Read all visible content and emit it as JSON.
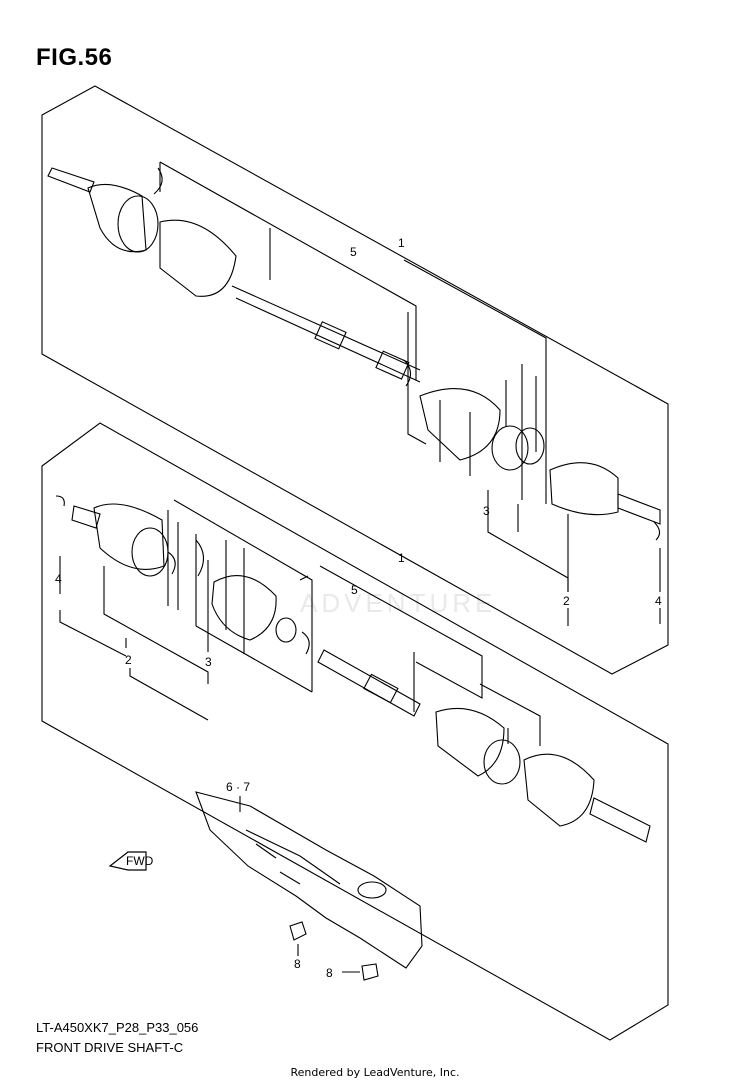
{
  "figure": {
    "title": "FIG.56"
  },
  "callouts": {
    "upper": {
      "c1": "1",
      "c5": "5",
      "c3": "3",
      "c2": "2",
      "c4": "4"
    },
    "lower": {
      "c4": "4",
      "c2": "2",
      "c3": "3",
      "c5": "5",
      "c1": "1"
    },
    "guard": "6 · 7",
    "bolt_a": "8",
    "bolt_b": "8",
    "fwd": "FWD"
  },
  "watermark": "ADVENTURE",
  "footer": {
    "code": "LT-A450XK7_P28_P33_056",
    "name": "FRONT DRIVE SHAFT-C",
    "rendered": "Rendered by LeadVenture, Inc."
  }
}
